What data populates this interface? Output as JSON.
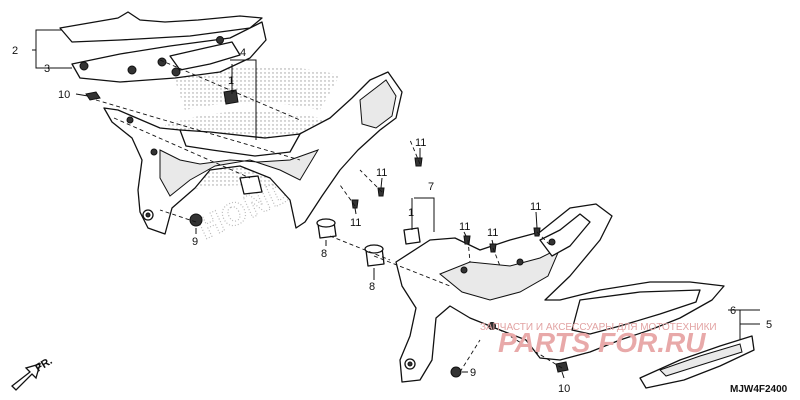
{
  "diagram": {
    "callouts": [
      "1",
      "2",
      "3",
      "4",
      "5",
      "6",
      "7",
      "8",
      "9",
      "10",
      "11"
    ],
    "labels": {
      "l2": "2",
      "l3": "3",
      "l4": "4",
      "l1a": "1",
      "l10a": "10",
      "l11a": "11",
      "l11b": "11",
      "l11c": "11",
      "l9a": "9",
      "l8a": "8",
      "l7": "7",
      "l1b": "1",
      "l11d": "11",
      "l11e": "11",
      "l11f": "11",
      "l8b": "8",
      "l9b": "9",
      "l10b": "10",
      "l6": "6",
      "l5": "5"
    },
    "direction_label": "FR.",
    "diagram_code": "MJW4F2400",
    "watermark_logo": "PARTS FOR.RU",
    "watermark_caption": "ЗАПЧАСТИ И АКСЕССУАРЫ ДЛЯ МОТОТЕХНИКИ",
    "background_logo": "HONDA"
  }
}
